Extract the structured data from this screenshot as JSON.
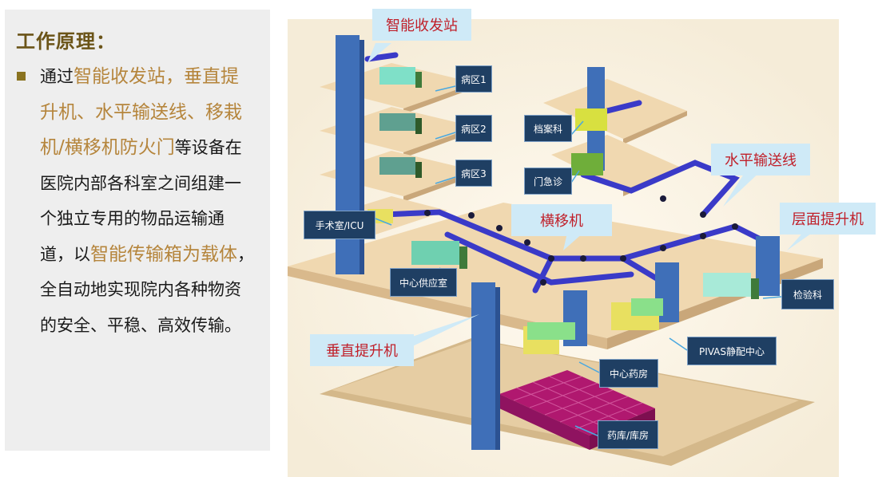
{
  "panel": {
    "title": "工作原理：",
    "segments": [
      {
        "text": "通过",
        "highlight": false
      },
      {
        "text": "智能收发站，垂直提升机、水平输送线、移栽机/横移机防火门",
        "highlight": true
      },
      {
        "text": "等设备在医院内部各科室之间组建一个独立专用的物品运输通道，以",
        "highlight": false
      },
      {
        "text": "智能传输箱为载体",
        "highlight": true
      },
      {
        "text": "，全自动地实现院内各种物资的安全、平稳、高效传输。",
        "highlight": false
      }
    ]
  },
  "callouts": {
    "station": "智能收发站",
    "horizontal": "水平输送线",
    "transverse": "横移机",
    "floor_lift": "层面提升机",
    "vertical_lift": "垂直提升机"
  },
  "departments": {
    "ward1": "病区1",
    "ward2": "病区2",
    "ward3": "病区3",
    "archives": "档案科",
    "emergency": "门急诊",
    "or_icu": "手术室/ICU",
    "central_supply": "中心供应室",
    "lab": "检验科",
    "pivas": "PIVAS静配中心",
    "central_pharmacy": "中心药房",
    "warehouse": "药库/库房"
  },
  "colors": {
    "title": "#6b5418",
    "highlight": "#b5853c",
    "dept_label_bg": "#1f3f63",
    "callout_bg": "#cfeaf7",
    "callout_text": "#c0202a",
    "shaft": "#3f6fb8",
    "conveyor": "#3a3ac8",
    "floor": "#f0d8b0",
    "warehouse_boxes": "#b0186f"
  }
}
